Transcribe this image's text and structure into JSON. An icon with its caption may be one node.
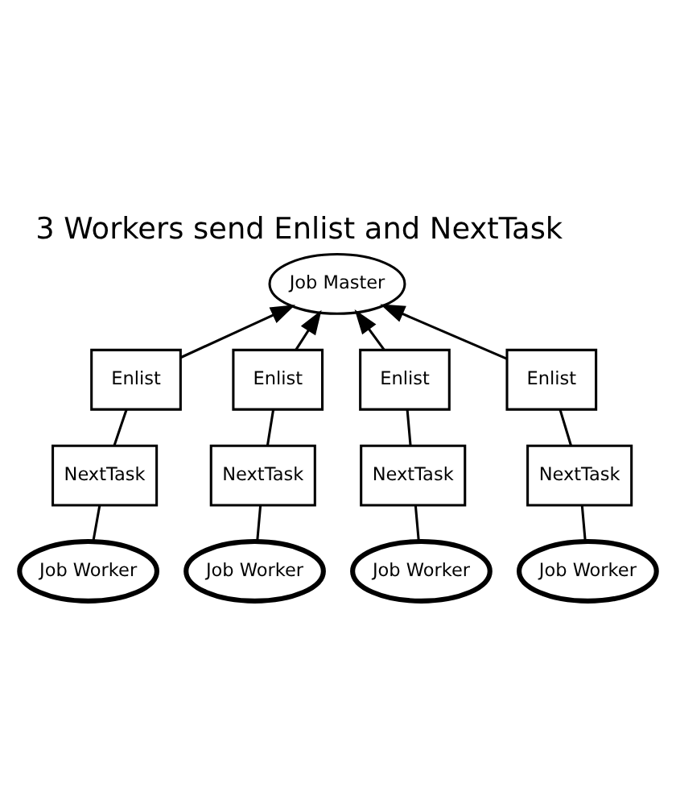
{
  "diagram": {
    "title": "3 Workers send Enlist and NextTask",
    "nodes": [
      {
        "text": [
          "Job Master"
        ]
      },
      {
        "text": [
          "Enlist"
        ]
      },
      {
        "text": [
          "Enlist"
        ]
      },
      {
        "text": [
          "Enlist"
        ]
      },
      {
        "text": [
          "Enlist"
        ]
      },
      {
        "text": [
          "NextTask"
        ]
      },
      {
        "text": [
          "NextTask"
        ]
      },
      {
        "text": [
          "NextTask"
        ]
      },
      {
        "text": [
          "NextTask"
        ]
      },
      {
        "text": [
          "Job Worker"
        ]
      },
      {
        "text": [
          "Job Worker"
        ]
      },
      {
        "text": [
          "Job Worker"
        ]
      },
      {
        "text": [
          "Job Worker"
        ]
      }
    ],
    "edges": [
      {
        "from": 9,
        "to": 5,
        "arrow": "none"
      },
      {
        "from": 5,
        "to": 1,
        "arrow": "none"
      },
      {
        "from": 1,
        "to": 0,
        "arrow": "to"
      },
      {
        "from": 11,
        "to": 6,
        "arrow": "none"
      },
      {
        "from": 6,
        "to": 2,
        "arrow": "none"
      },
      {
        "from": 2,
        "to": 0,
        "arrow": "to"
      },
      {
        "from": 12,
        "to": 7,
        "arrow": "none"
      },
      {
        "from": 7,
        "to": 3,
        "arrow": "none"
      },
      {
        "from": 3,
        "to": 0,
        "arrow": "to"
      },
      {
        "from": 10,
        "to": 8,
        "arrow": "none"
      },
      {
        "from": 8,
        "to": 4,
        "arrow": "none"
      },
      {
        "from": 4,
        "to": 0,
        "arrow": "to"
      }
    ]
  }
}
